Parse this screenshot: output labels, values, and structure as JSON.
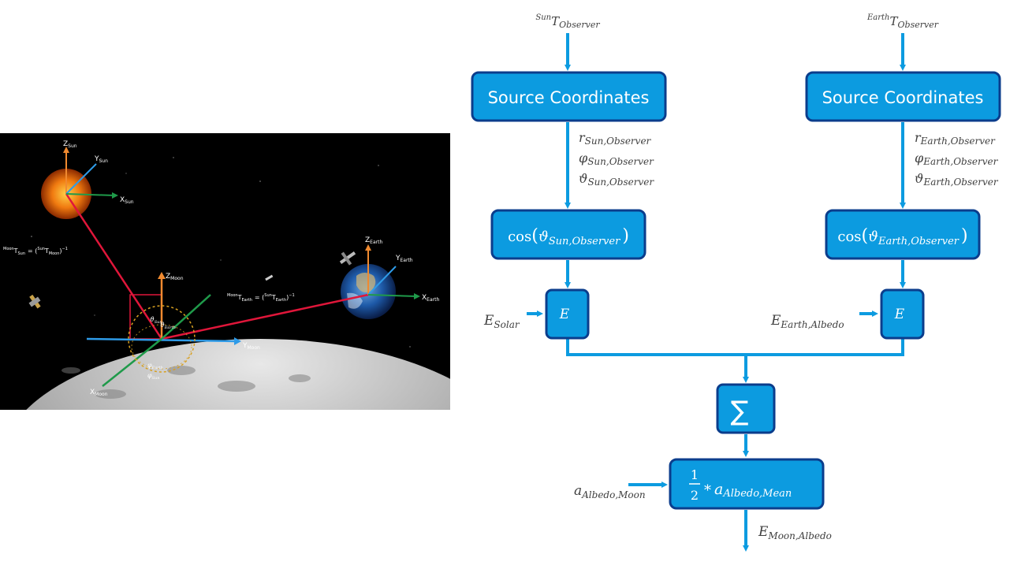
{
  "colors": {
    "box_fill": "#0c9be0",
    "box_border": "#0b3d8c",
    "arrow": "#0c9be0",
    "text": "#404040",
    "space_bg": "#000000",
    "axis_orange": "#f08a30",
    "axis_blue": "#2e9be8",
    "axis_green": "#1f9a4a",
    "link_red": "#e0163a",
    "angle_yellow": "#d8a020"
  },
  "illustration": {
    "sun_axes": {
      "z": "Z",
      "z_sub": "Sun",
      "y": "Y",
      "y_sub": "Sun",
      "x": "X",
      "x_sub": "Sun"
    },
    "earth_axes": {
      "z": "Z",
      "z_sub": "Earth",
      "y": "Y",
      "y_sub": "Earth",
      "x": "X",
      "x_sub": "Earth"
    },
    "moon_axes": {
      "z": "Z",
      "z_sub": "Moon",
      "y": "Y",
      "y_sub": "Moon",
      "x": "X",
      "x_sub": "Moon"
    },
    "transform_sun": {
      "pre": "Moon",
      "t": "T",
      "sub": "Sun",
      "eq": "= (",
      "pre2": "Sun",
      "t2": "T",
      "sub2": "Moon",
      "close": ")",
      "exp": "−1"
    },
    "transform_earth": {
      "pre": "Moon",
      "t": "T",
      "sub": "Earth",
      "eq": "= (",
      "pre2": "Sun",
      "t2": "T",
      "sub2": "Earth",
      "close": ")",
      "exp": "−1"
    },
    "angles": {
      "theta_sun": "ϑ",
      "theta_sun_sub": "Sun",
      "theta_earth": "ϑ",
      "theta_earth_sub": "Earth",
      "phi_earth": "φ",
      "phi_earth_sub": "Earth",
      "phi_sun": "φ",
      "phi_sun_sub": "Sun"
    }
  },
  "diagram": {
    "left": {
      "input": {
        "pre": "Sun",
        "t": "T",
        "sub": "Observer"
      },
      "coord_box": "Source Coordinates",
      "outputs": [
        {
          "sym": "r",
          "sub": "Sun,Observer"
        },
        {
          "sym": "φ",
          "sub": "Sun,Observer"
        },
        {
          "sym": "ϑ",
          "sub": "Sun,Observer"
        }
      ],
      "cos_fn": "cos",
      "cos_arg": "ϑ",
      "cos_sub": "Sun,Observer",
      "e_box": "E",
      "e_input": {
        "sym": "E",
        "sub": "Solar"
      }
    },
    "right": {
      "input": {
        "pre": "Earth",
        "t": "T",
        "sub": "Observer"
      },
      "coord_box": "Source Coordinates",
      "outputs": [
        {
          "sym": "r",
          "sub": "Earth,Observer"
        },
        {
          "sym": "φ",
          "sub": "Earth,Observer"
        },
        {
          "sym": "ϑ",
          "sub": "Earth,Observer"
        }
      ],
      "cos_fn": "cos",
      "cos_arg": "ϑ",
      "cos_sub": "Earth,Observer",
      "e_box": "E",
      "e_input": {
        "sym": "E",
        "sub": "Earth,Albedo"
      }
    },
    "sum_box": "∑",
    "albedo_box": {
      "num": "1",
      "den": "2",
      "op": "*",
      "sym": "a",
      "sub": "Albedo,Mean"
    },
    "albedo_input": {
      "sym": "a",
      "sub": "Albedo,Moon"
    },
    "output": {
      "sym": "E",
      "sub": "Moon,Albedo"
    }
  }
}
